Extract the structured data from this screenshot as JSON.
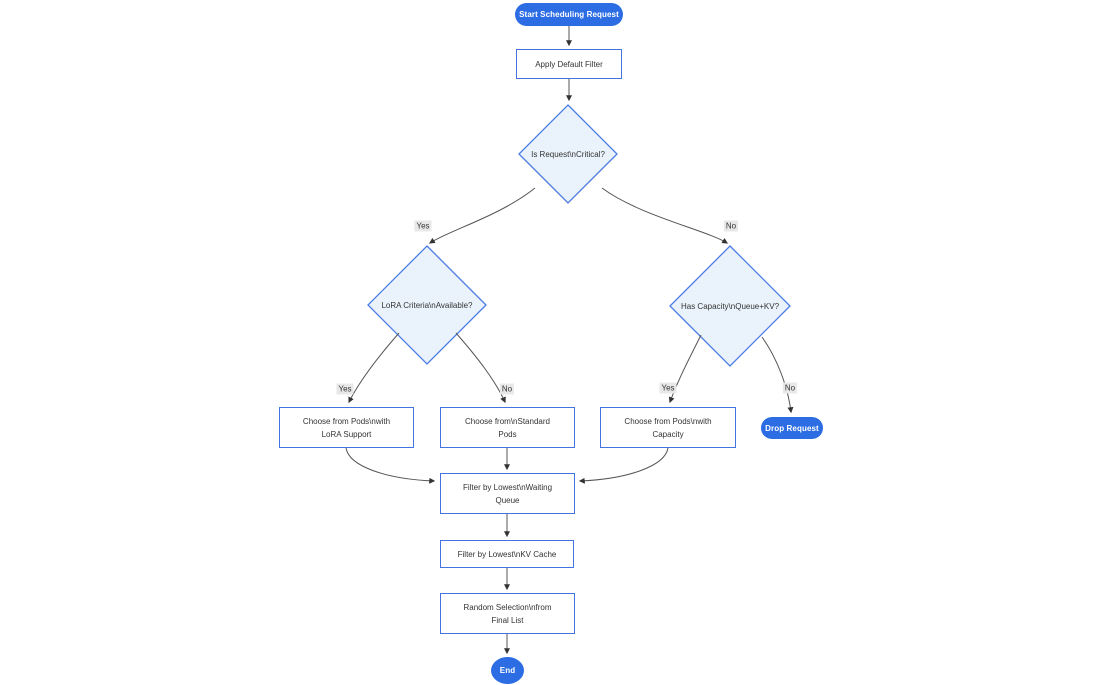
{
  "diagram": {
    "type": "flowchart",
    "colors": {
      "accent_blue": "#2c6de4",
      "node_border_blue": "#4373e2",
      "decision_fill": "#eaf3fc",
      "decision_border": "#4a7ce2",
      "edge_line": "#555555",
      "arrowhead": "#333333",
      "node_text": "#333333",
      "edge_label_bg": "#e8e8e8",
      "background": "#ffffff"
    },
    "nodes": {
      "start": {
        "label": "Start Scheduling Request",
        "shape": "stadium"
      },
      "apply_filter": {
        "label": "Apply Default Filter",
        "shape": "rect"
      },
      "is_critical": {
        "label": "Is Request\\nCritical?",
        "shape": "diamond"
      },
      "lora_criteria": {
        "label": "LoRA Criteria\\nAvailable?",
        "shape": "diamond"
      },
      "has_capacity": {
        "label": "Has Capacity\\nQueue+KV?",
        "shape": "diamond"
      },
      "choose_lora": {
        "line1": "Choose from Pods\\nwith",
        "line2": "LoRA Support",
        "shape": "rect"
      },
      "choose_standard": {
        "line1": "Choose from\\nStandard",
        "line2": "Pods",
        "shape": "rect"
      },
      "choose_capacity": {
        "line1": "Choose from Pods\\nwith",
        "line2": "Capacity",
        "shape": "rect"
      },
      "drop_request": {
        "label": "Drop Request",
        "shape": "stadium"
      },
      "filter_waiting": {
        "line1": "Filter by Lowest\\nWaiting",
        "line2": "Queue",
        "shape": "rect"
      },
      "filter_kv": {
        "label": "Filter by Lowest\\nKV Cache",
        "shape": "rect"
      },
      "random_selection": {
        "line1": "Random Selection\\nfrom",
        "line2": "Final List",
        "shape": "rect"
      },
      "end": {
        "label": "End",
        "shape": "circle"
      }
    },
    "edge_labels": {
      "critical_yes": "Yes",
      "critical_no": "No",
      "lora_yes": "Yes",
      "lora_no": "No",
      "capacity_yes": "Yes",
      "capacity_no": "No"
    }
  }
}
